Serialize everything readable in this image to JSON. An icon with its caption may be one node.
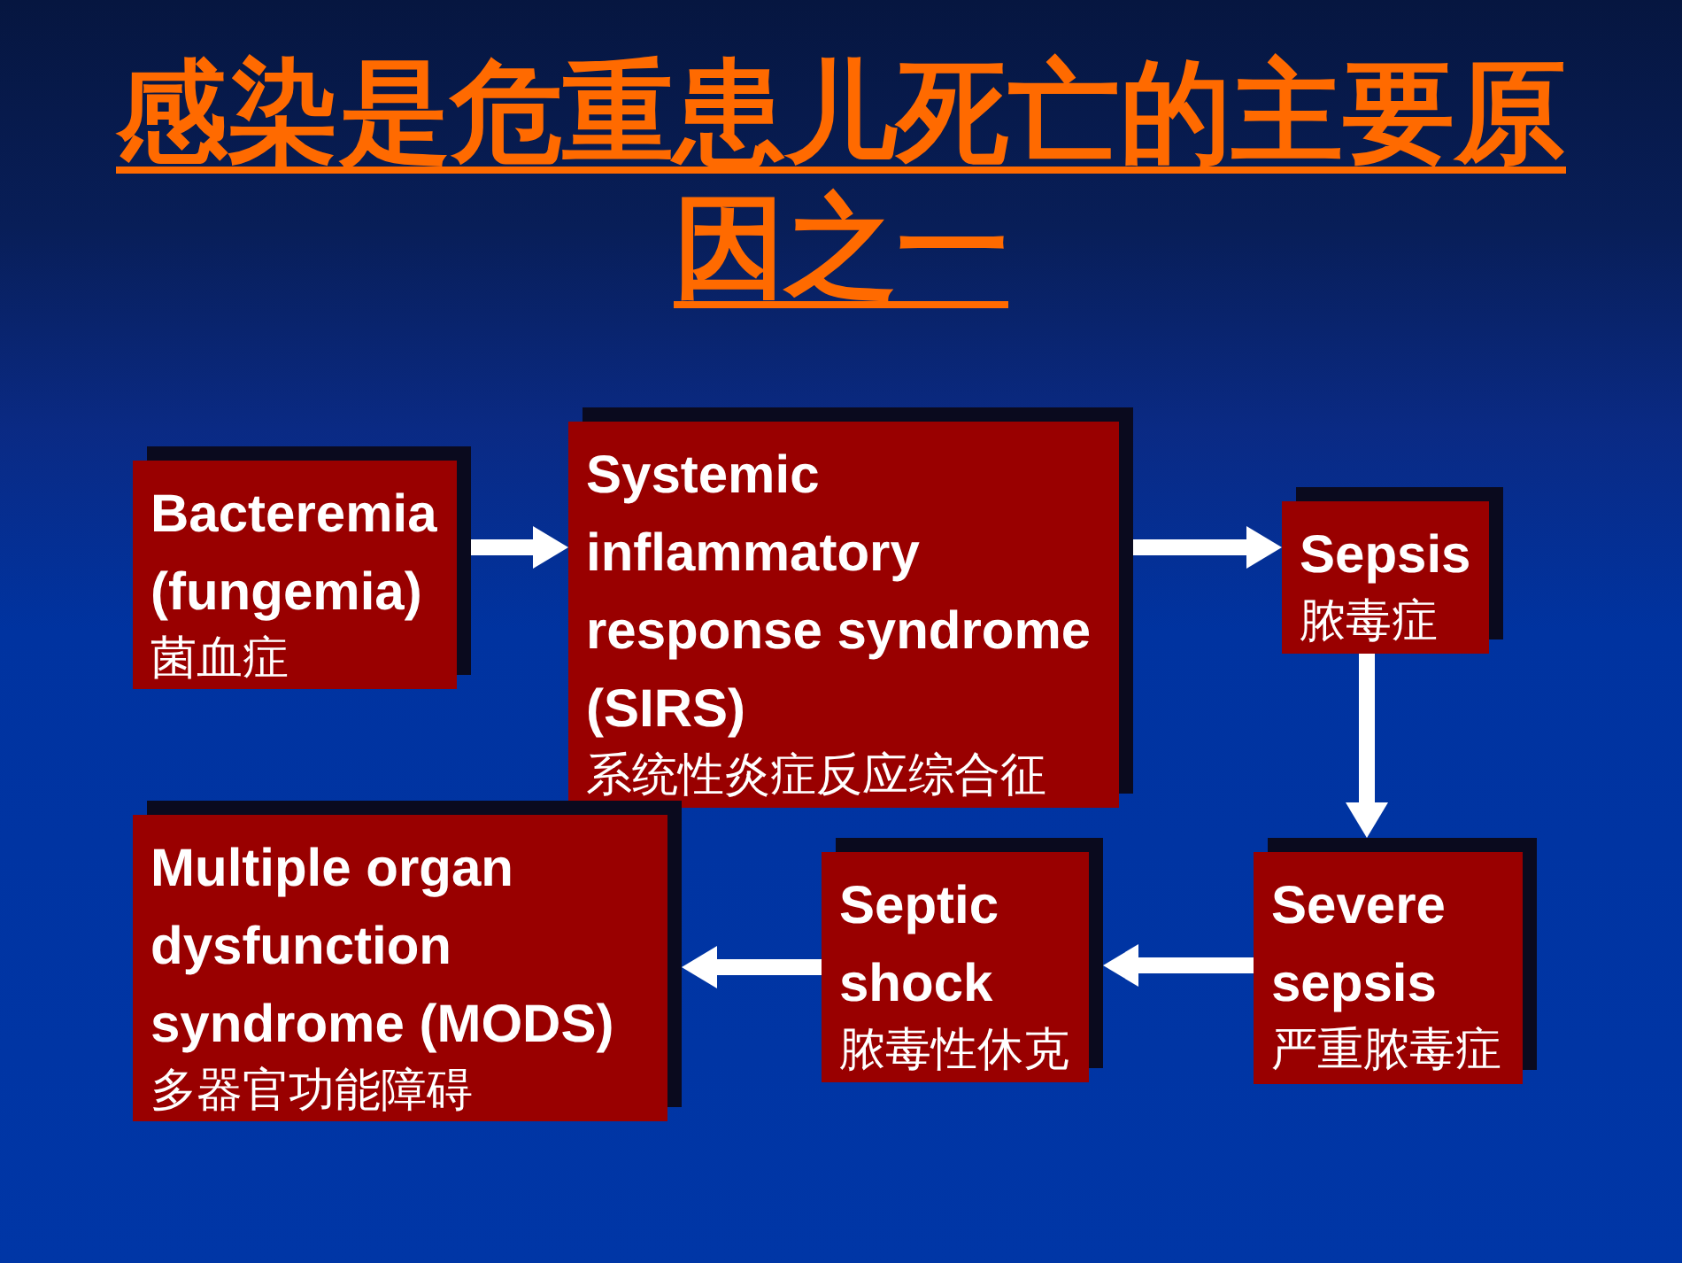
{
  "diagram": {
    "title": "感染是危重患儿死亡的主要原因之一",
    "nodes": [
      {
        "text": [
          "Bacteremia (fungemia)",
          "菌血症"
        ]
      },
      {
        "text": [
          "Systemic inflammatory response syndrome (SIRS)",
          "系统性炎症反应综合征"
        ]
      },
      {
        "text": [
          "Sepsis",
          "脓毒症"
        ]
      },
      {
        "text": [
          "Severe sepsis",
          "严重脓毒症"
        ]
      },
      {
        "text": [
          "Septic shock",
          "脓毒性休克"
        ]
      },
      {
        "text": [
          "Multiple organ dysfunction syndrome (MODS)",
          "多器官功能障碍"
        ]
      }
    ],
    "edges": [
      {
        "from": 0,
        "to": 1,
        "arrow": "to"
      },
      {
        "from": 1,
        "to": 2,
        "arrow": "to"
      },
      {
        "from": 2,
        "to": 3,
        "arrow": "to"
      },
      {
        "from": 3,
        "to": 4,
        "arrow": "to"
      },
      {
        "from": 4,
        "to": 5,
        "arrow": "to"
      }
    ]
  }
}
